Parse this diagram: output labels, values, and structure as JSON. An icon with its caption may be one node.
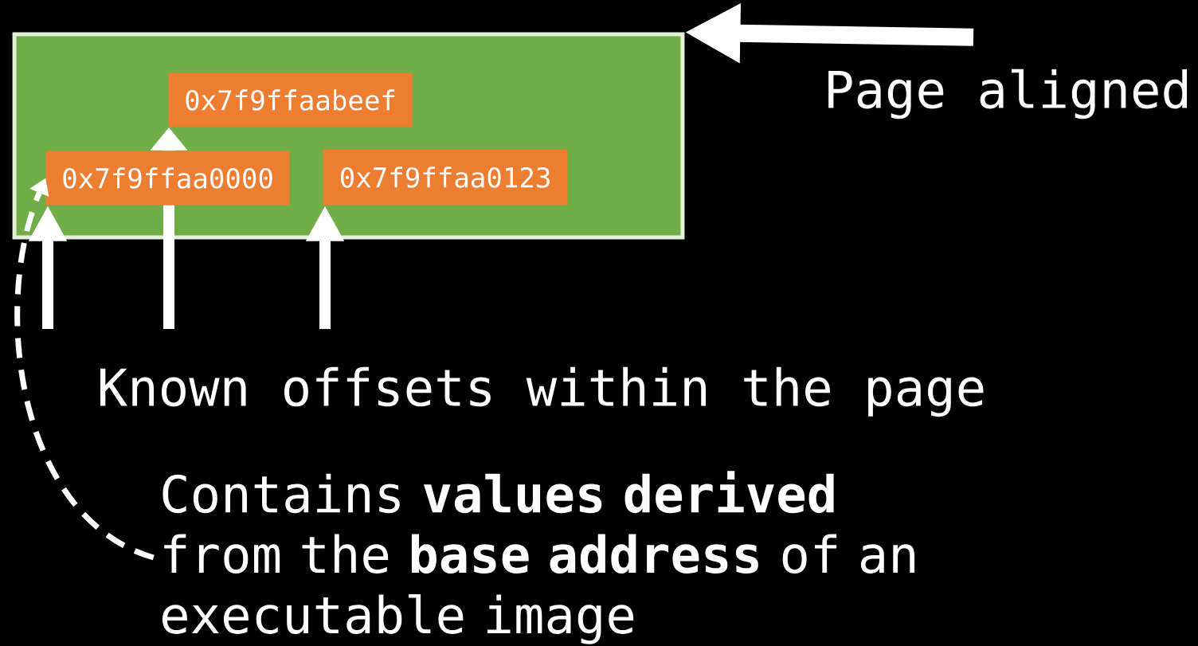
{
  "diagram": {
    "nodes": [
      {
        "text": [],
        "shape": "box"
      },
      {
        "text": [
          "0x7f9ffaabeef"
        ],
        "in": 0
      },
      {
        "text": [
          "0x7f9ffaa0000"
        ],
        "in": 0
      },
      {
        "text": [
          "0x7f9ffaa0123"
        ],
        "in": 0
      },
      {
        "text": [
          "Page aligned"
        ]
      },
      {
        "text": [
          "Known offsets within the page"
        ]
      },
      {
        "text": [
          "Contains **values derived** from the **base address** of an executable image"
        ]
      }
    ],
    "edges": [
      {
        "from": 4,
        "to": 0,
        "arrow": "to"
      },
      {
        "from": 5,
        "to": 2,
        "arrow": "to"
      },
      {
        "from": 5,
        "to": 2,
        "arrow": "none"
      },
      {
        "from": 2,
        "to": 1,
        "arrow": "to"
      },
      {
        "from": 5,
        "to": 3,
        "arrow": "to"
      },
      {
        "from": 6,
        "to": 2,
        "arrow": "to",
        "style": "dashed"
      }
    ]
  }
}
